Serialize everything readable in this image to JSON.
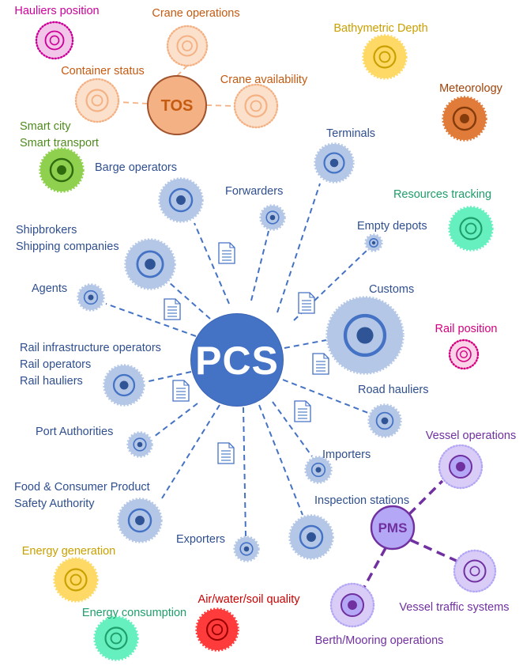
{
  "center": {
    "label": "PCS",
    "color": "#4472c4"
  },
  "tos": {
    "label": "TOS",
    "color": "#f4b183",
    "stroke": "#a0522d",
    "text_color": "#c55a11",
    "satellites": [
      {
        "label": "Crane operations"
      },
      {
        "label": "Container status"
      },
      {
        "label": "Crane availability"
      }
    ]
  },
  "pms": {
    "label": "PMS",
    "color": "#b4a7f5",
    "stroke": "#7030a0",
    "text_color": "#7030a0",
    "satellites": [
      {
        "label": "Vessel operations"
      },
      {
        "label": "Vessel traffic systems"
      },
      {
        "label": "Berth/Mooring operations"
      }
    ]
  },
  "stakeholders": [
    {
      "lines": [
        "Terminals"
      ]
    },
    {
      "lines": [
        "Barge operators"
      ]
    },
    {
      "lines": [
        "Forwarders"
      ]
    },
    {
      "lines": [
        "Empty depots"
      ]
    },
    {
      "lines": [
        "Shipbrokers",
        "Shipping companies"
      ]
    },
    {
      "lines": [
        "Agents"
      ]
    },
    {
      "lines": [
        "Customs"
      ]
    },
    {
      "lines": [
        "Rail infrastructure operators",
        "Rail operators",
        "Rail hauliers"
      ]
    },
    {
      "lines": [
        "Road hauliers"
      ]
    },
    {
      "lines": [
        "Port Authorities"
      ]
    },
    {
      "lines": [
        "Importers"
      ]
    },
    {
      "lines": [
        "Food & Consumer Product",
        "Safety Authority"
      ]
    },
    {
      "lines": [
        "Inspection stations"
      ]
    },
    {
      "lines": [
        "Exporters"
      ]
    }
  ],
  "external": [
    {
      "label": "Hauliers position",
      "color": "#cc0099"
    },
    {
      "label": "Bathymetric Depth",
      "color": "#c9a000"
    },
    {
      "label": "Meteorology",
      "color": "#a0430a"
    },
    {
      "lines": [
        "Smart city",
        "Smart transport"
      ],
      "color": "#4f8a1f"
    },
    {
      "label": "Resources tracking",
      "color": "#1e9e6a"
    },
    {
      "label": "Rail position",
      "color": "#d4007f"
    },
    {
      "label": "Energy generation",
      "color": "#c9a000"
    },
    {
      "label": "Air/water/soil quality",
      "color": "#cc0000"
    },
    {
      "label": "Energy consumption",
      "color": "#1e9e6a"
    }
  ],
  "colors": {
    "stakeholder_text": "#2f4f8f",
    "dash_line": "#4472c4",
    "gear_fill": "#b4c7e7",
    "gear_ring": "#4472c4",
    "gear_core": "#2f5597"
  }
}
